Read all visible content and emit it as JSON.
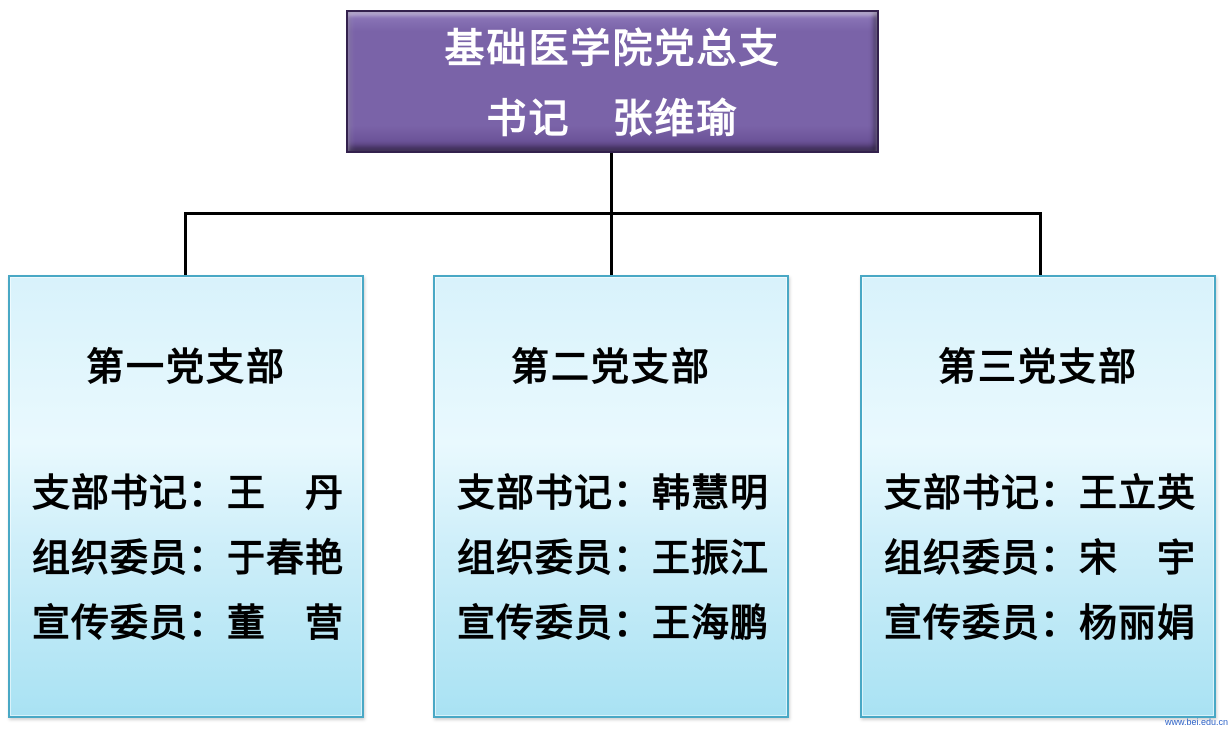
{
  "colors": {
    "background": "#ffffff",
    "root_fill": "#7a63a8",
    "root_fill_light": "#8f7abc",
    "root_fill_dark": "#63498f",
    "root_border": "#33214d",
    "root_text": "#ffffff",
    "branch_border": "#49a8c5",
    "branch_fill_top": "#d8f2fb",
    "branch_fill_mid": "#e9f9fe",
    "branch_fill_bottom": "#a9e2f3",
    "connector": "#000000",
    "text": "#000000",
    "watermark": "#2e63c8"
  },
  "root": {
    "line1": "基础医学院党总支",
    "line2": "书记　张维瑜"
  },
  "branches": [
    {
      "title": "第一党支部",
      "members": [
        "支部书记：王　丹",
        "组织委员：于春艳",
        "宣传委员：董　营"
      ]
    },
    {
      "title": "第二党支部",
      "members": [
        "支部书记：韩慧明",
        "组织委员：王振江",
        "宣传委员：王海鹏"
      ]
    },
    {
      "title": "第三党支部",
      "members": [
        "支部书记：王立英",
        "组织委员：宋　宇",
        "宣传委员：杨丽娟"
      ]
    }
  ],
  "watermark": "www.bei.edu.cn"
}
